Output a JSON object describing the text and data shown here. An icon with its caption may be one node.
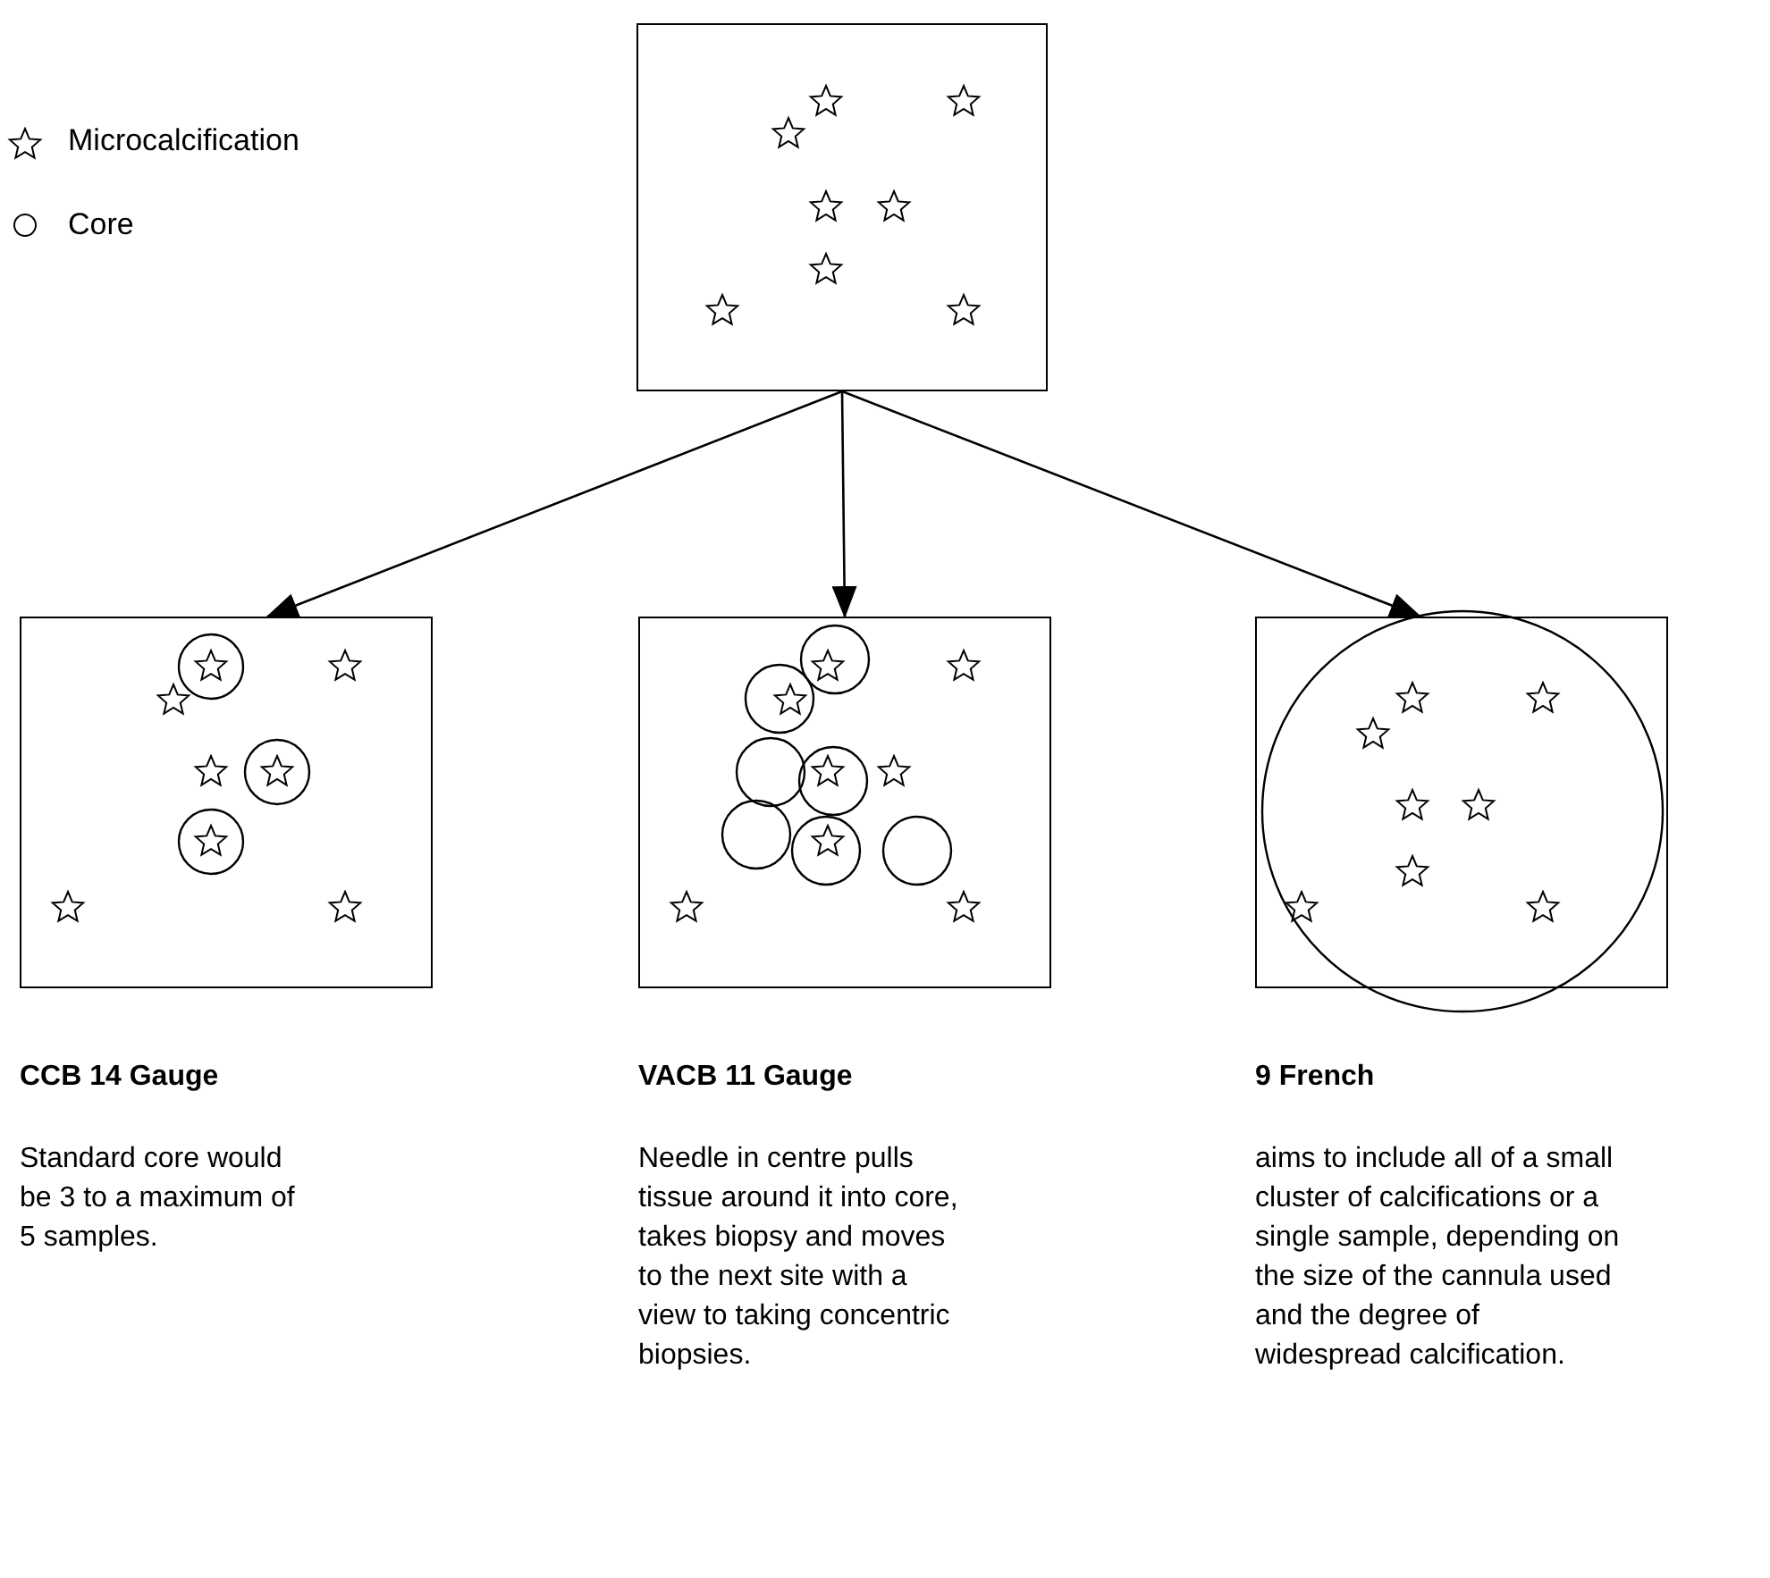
{
  "diagram": {
    "nodes": [
      {
        "text": [],
        "shape": "picture"
      },
      {
        "text": [],
        "shape": "picture",
        "beside": [
          "CCB 14 Gauge",
          "Standard core would be 3 to a maximum of 5 samples."
        ]
      },
      {
        "text": [],
        "shape": "picture",
        "beside": [
          "VACB 11 Gauge",
          "Needle in centre pulls tissue around it into core, takes biopsy and moves to the next site with a view to taking concentric biopsies."
        ]
      },
      {
        "text": [],
        "shape": "picture",
        "beside": [
          "9 French",
          "aims to include all of a small cluster of calcifications or a single sample, depending on the size of the cannula used and the degree of widespread calcification."
        ]
      }
    ],
    "edges": [
      {
        "from": 0,
        "to": 1,
        "arrow": "to"
      },
      {
        "from": 0,
        "to": 2,
        "arrow": "to"
      },
      {
        "from": 0,
        "to": 3,
        "arrow": "to"
      }
    ],
    "legend": [
      {
        "text": "Microcalcification"
      },
      {
        "text": "Core"
      }
    ]
  }
}
